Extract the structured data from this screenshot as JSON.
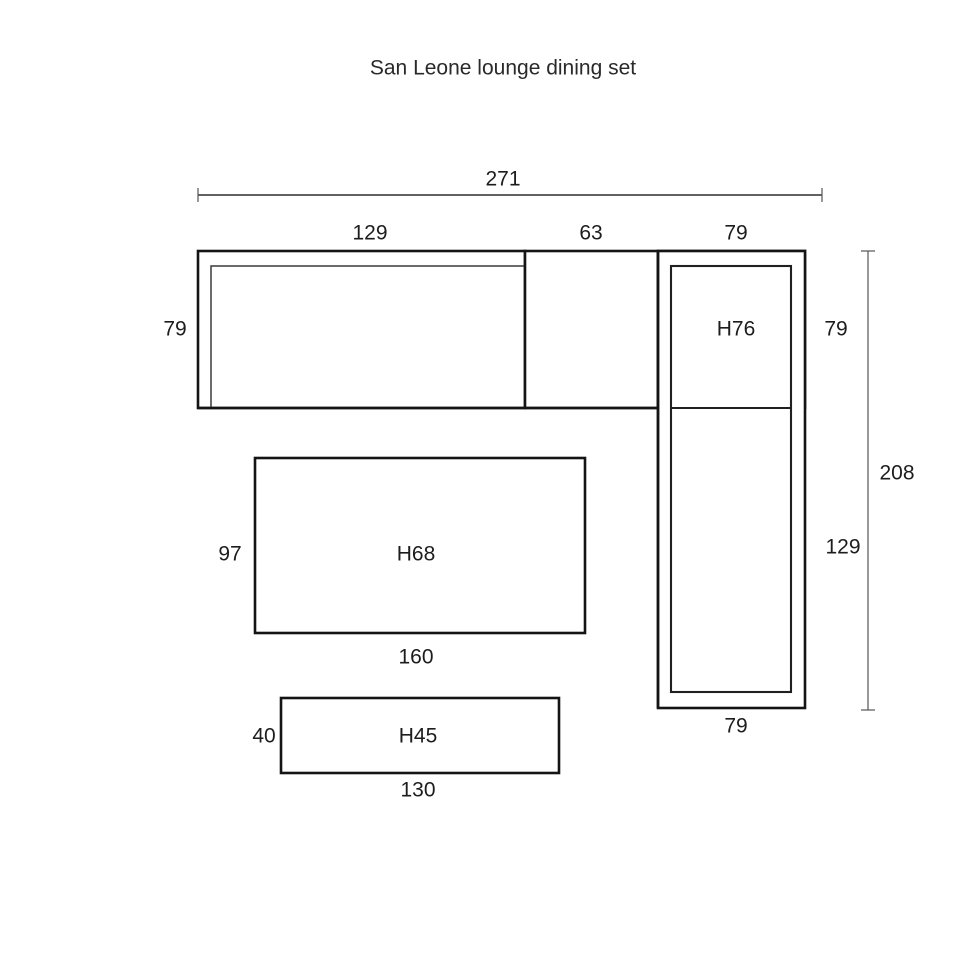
{
  "title": "San Leone lounge dining set",
  "units_note": "",
  "drawing": {
    "overall": {
      "width_label": "271",
      "depth_label": "208"
    },
    "top_row_segments": [
      {
        "label": "129",
        "name": "left-sofa-module"
      },
      {
        "label": "63",
        "name": "middle-sofa-module"
      },
      {
        "label": "79",
        "name": "corner-module"
      }
    ],
    "left_depth_label": "79",
    "right_corner_depth_label": "79",
    "right_leg_length_label": "129",
    "right_leg_width_label": "79",
    "modules": [
      {
        "name": "corner-sofa-module",
        "height_label": "H76"
      },
      {
        "name": "dining-table",
        "height_label": "H68",
        "width_label": "160",
        "depth_label": "97"
      },
      {
        "name": "bench",
        "height_label": "H45",
        "width_label": "130",
        "depth_label": "40"
      }
    ]
  },
  "colors": {
    "background": "#ffffff",
    "outline": "#141414",
    "dimension_line": "#555555",
    "text": "#1d1d1d"
  }
}
